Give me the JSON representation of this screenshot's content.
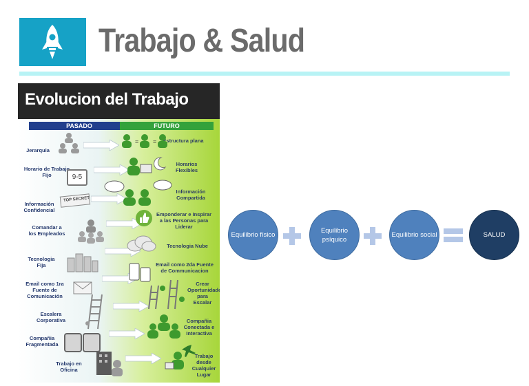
{
  "header": {
    "title": "Trabajo & Salud",
    "icon": "rocket-icon"
  },
  "infographic": {
    "title": "Evolucion del Trabajo",
    "past_label": "PASADO",
    "future_label": "FUTURO",
    "rows": [
      {
        "past": "Jerarquia",
        "future": "Estructura plana"
      },
      {
        "past": "Horario de Trabajo Fijo",
        "future": "Horarios Flexibles"
      },
      {
        "past": "Información Confidencial",
        "future": "Información Compartida"
      },
      {
        "past": "Comandar a los Empleados",
        "future": "Emponderar e Inspirar a las Personas para Liderar"
      },
      {
        "past": "Tecnologia Fija",
        "future": "Tecnologia Nube"
      },
      {
        "past": "Email como 1ra Fuente de Comunicación",
        "future": "Email como 2da Fuente de Communicacion"
      },
      {
        "past": "Escalera Corporativa",
        "future": "Crear Oportunidades para Escalar"
      },
      {
        "past": "Compañia Fragmentada",
        "future": "Compañia Conectada e Interactiva"
      },
      {
        "past": "Trabajo en Oficina",
        "future": "Trabajo desde Cualquier Lugar"
      }
    ],
    "clock_text": "9-5",
    "stamp_text": "TOP SECRET"
  },
  "equation": {
    "items": [
      "Equilibrio físico",
      "Equilibrio psíquico",
      "Equilibrio social"
    ],
    "result": "SALUD",
    "colors": {
      "circle": "#4f81bd",
      "result": "#1f3e64",
      "operator": "#b4c7e7"
    }
  }
}
